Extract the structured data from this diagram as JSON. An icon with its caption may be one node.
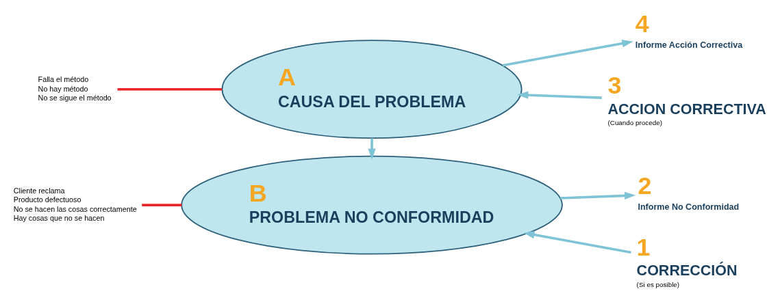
{
  "diagram": {
    "nodes": [
      {
        "text": [
          "A",
          "CAUSA DEL PROBLEMA"
        ]
      },
      {
        "text": [
          "B",
          "PROBLEMA NO CONFORMIDAD"
        ]
      },
      {
        "text": [
          "3",
          "ACCION CORRECTIVA",
          "(Cuando procede)"
        ]
      },
      {
        "text": [
          "4",
          "Informe Acción Correctiva"
        ]
      },
      {
        "text": [
          "1",
          "CORRECCIÓN",
          "(Si es posible)"
        ]
      },
      {
        "text": [
          "2",
          "Informe No Conformidad"
        ]
      },
      {
        "text": [
          "Falla el método",
          "No hay método",
          "No se sigue el método"
        ]
      },
      {
        "text": [
          "Cliente reclama",
          "Producto defectuoso",
          "No se hacen las cosas correctamente",
          "Hay cosas que no se hacen"
        ]
      }
    ],
    "edges": [
      {
        "from": 2,
        "to": 0,
        "arrow": "to"
      },
      {
        "from": 0,
        "to": 1,
        "arrow": "to"
      },
      {
        "from": 0,
        "to": 3,
        "arrow": "to"
      },
      {
        "from": 4,
        "to": 1,
        "arrow": "to"
      },
      {
        "from": 1,
        "to": 5,
        "arrow": "to"
      },
      {
        "from": 6,
        "to": 0,
        "arrow": "none",
        "color": "#e8262a"
      },
      {
        "from": 7,
        "to": 1,
        "arrow": "none",
        "color": "#e8262a"
      }
    ]
  }
}
